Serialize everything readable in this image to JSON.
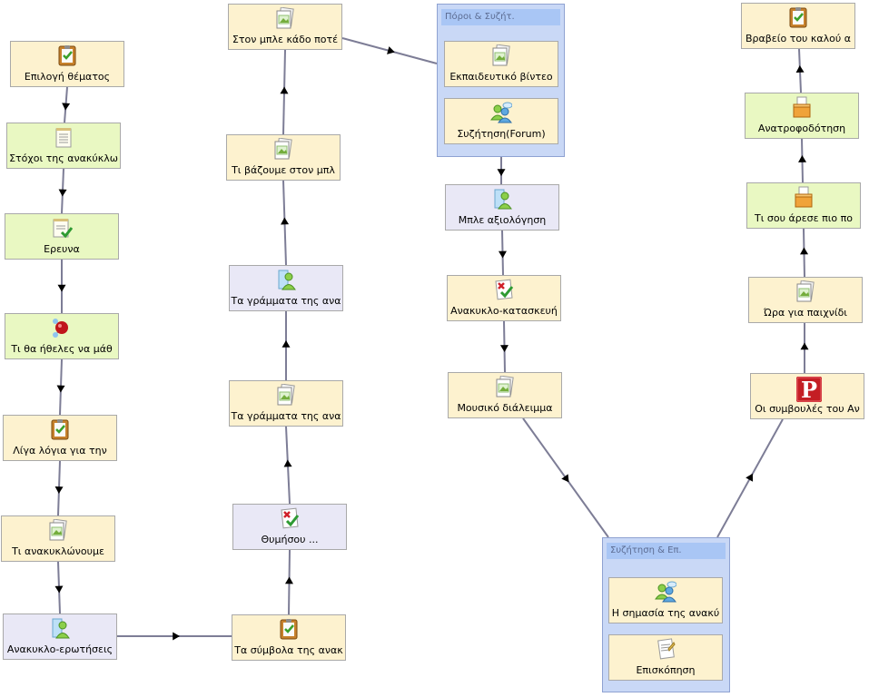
{
  "colors": {
    "edge": "#7d7d96",
    "arrow": "#000000",
    "yellow": "#fdf2cf",
    "green": "#e9f8c2",
    "lavender": "#e9e8f6",
    "group": "#c9d8f6"
  },
  "groups": {
    "resources": {
      "title": "Πόροι & Συζήτ."
    },
    "discussion": {
      "title": "Συζήτηση & Επ."
    }
  },
  "nodes": {
    "epilogi": {
      "label": "Επιλογή θέματος",
      "icon": "clipboard-icon"
    },
    "stoxoi": {
      "label": "Στόχοι της ανακύκλω",
      "icon": "notepad-icon"
    },
    "erevna": {
      "label": "Ερευνα",
      "icon": "checklist-icon"
    },
    "ti_tha": {
      "label": "Τι θα ήθελες να μάθ",
      "icon": "molecule-icon"
    },
    "liga": {
      "label": "Λίγα λόγια για την",
      "icon": "clipboard-icon"
    },
    "ti_anakykl": {
      "label": "Τι ανακυκλώνουμε",
      "icon": "image-page-icon"
    },
    "erotiseis": {
      "label": "Ανακυκλο-ερωτήσεις",
      "icon": "quiz-user-icon"
    },
    "symvola": {
      "label": "Τα σύμβολα της ανακ",
      "icon": "clipboard-icon"
    },
    "thymisou": {
      "label": "Θυμήσου ...",
      "icon": "check-cross-icon"
    },
    "grammata1": {
      "label": "Τα γράμματα της ανα",
      "icon": "image-page-icon"
    },
    "grammata2": {
      "label": "Τα γράμματα της ανα",
      "icon": "quiz-user-icon"
    },
    "vazoume": {
      "label": "Τι βάζουμε στον μπλ",
      "icon": "image-page-icon"
    },
    "mple_pote": {
      "label": "Στον μπλε κάδο ποτέ",
      "icon": "image-page-icon"
    },
    "video": {
      "label": "Εκπαιδευτικό βίντεο",
      "icon": "image-page-icon"
    },
    "forum": {
      "label": "Συζήτηση(Forum)",
      "icon": "forum-users-icon"
    },
    "axiologisi": {
      "label": "Μπλε αξιολόγηση",
      "icon": "quiz-user-icon"
    },
    "kataskeui": {
      "label": "Ανακυκλο-κατασκευή",
      "icon": "check-cross-icon"
    },
    "mousiko": {
      "label": "Μουσικό διάλειμμα",
      "icon": "image-page-icon"
    },
    "simasia": {
      "label": "Η σημασία της ανακύ",
      "icon": "forum-users-icon"
    },
    "episkopisi": {
      "label": "Επισκόπηση",
      "icon": "document-icon"
    },
    "symvoules": {
      "label": "Οι συμβουλές του Αν",
      "icon": "p-logo-icon"
    },
    "ora": {
      "label": "Ώρα για παιχνίδι",
      "icon": "image-page-icon"
    },
    "areses": {
      "label": "Τι σου άρεσε πιο πο",
      "icon": "ballot-box-icon"
    },
    "anatrofodotisi": {
      "label": "Ανατροφοδότηση",
      "icon": "ballot-box-icon"
    },
    "vraveio": {
      "label": "Βραβείο του καλού α",
      "icon": "clipboard-icon"
    }
  }
}
